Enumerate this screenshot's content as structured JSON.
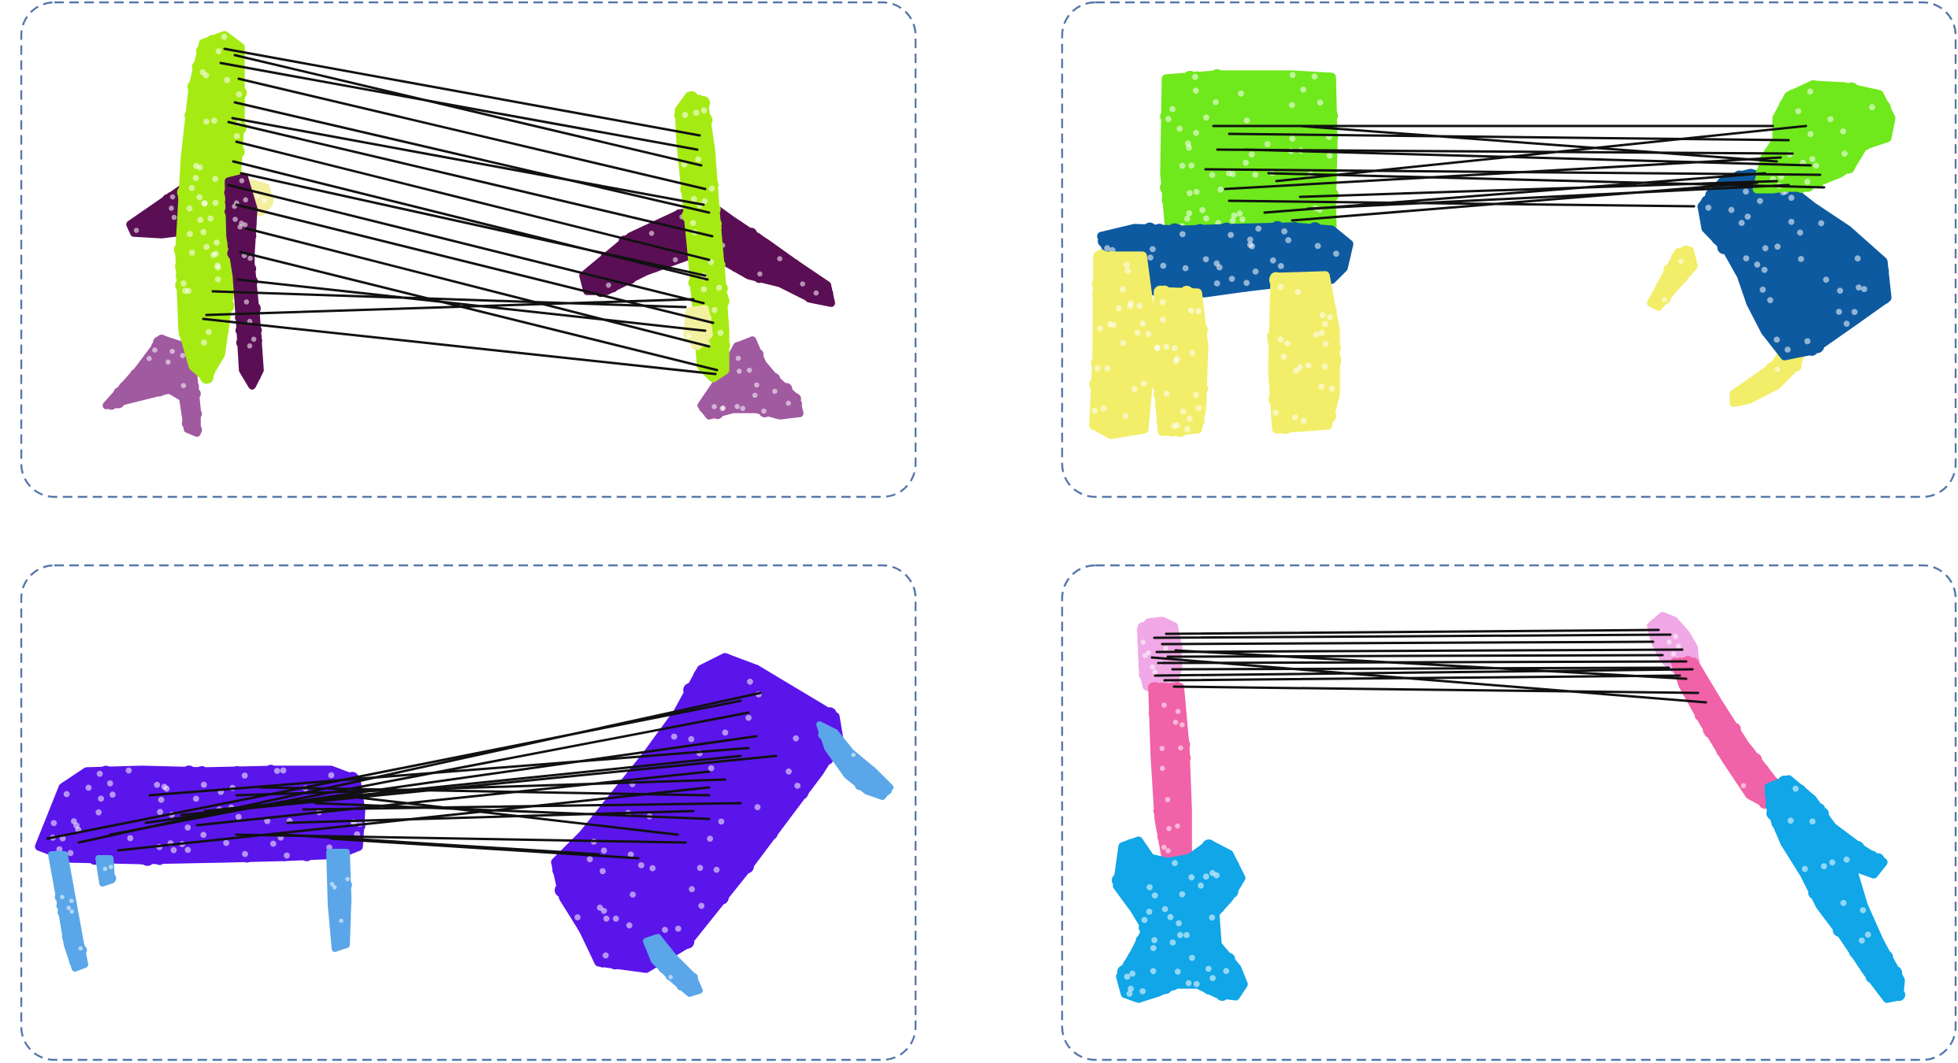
{
  "colors": {
    "background": "#ffffff",
    "panel_border": "#5577aa",
    "correspondence_line": "#111111",
    "airplane_fuselage": "#a6ea14",
    "airplane_wing": "#5a0f55",
    "airplane_tail": "#a05aa0",
    "airplane_engine": "#f3f0a0",
    "chair_back": "#6fe81c",
    "chair_seat": "#0e5aa0",
    "chair_legs": "#f2ee6a",
    "table_top": "#5a15ea",
    "table_legs": "#5aa6e8",
    "guitar_head": "#f0a8e6",
    "guitar_neck": "#f063a8",
    "guitar_body": "#10a6e8"
  },
  "panels": [
    {
      "id": "airplane",
      "parts": [
        {
          "label": "fuselage",
          "color": "airplane_fuselage"
        },
        {
          "label": "wing",
          "color": "airplane_wing"
        },
        {
          "label": "tail",
          "color": "airplane_tail"
        },
        {
          "label": "engine",
          "color": "airplane_engine"
        }
      ]
    },
    {
      "id": "chair",
      "parts": [
        {
          "label": "back",
          "color": "chair_back"
        },
        {
          "label": "seat",
          "color": "chair_seat"
        },
        {
          "label": "legs",
          "color": "chair_legs"
        }
      ]
    },
    {
      "id": "table",
      "parts": [
        {
          "label": "top",
          "color": "table_top"
        },
        {
          "label": "legs",
          "color": "table_legs"
        }
      ]
    },
    {
      "id": "guitar",
      "parts": [
        {
          "label": "head",
          "color": "guitar_head"
        },
        {
          "label": "neck",
          "color": "guitar_neck"
        },
        {
          "label": "body",
          "color": "guitar_body"
        }
      ]
    }
  ]
}
